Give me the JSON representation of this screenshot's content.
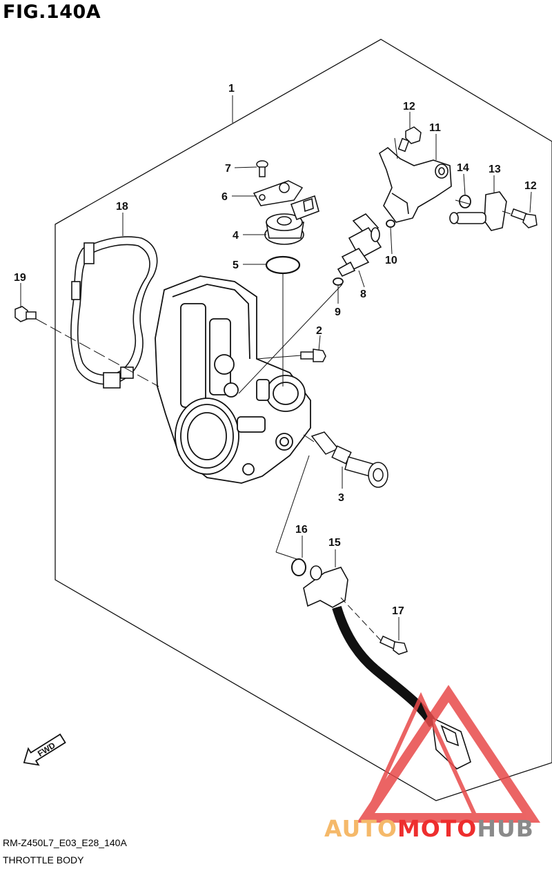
{
  "figure": {
    "title": "FIG.140A",
    "code": "RM-Z450L7_E03_E28_140A",
    "name": "THROTTLE BODY"
  },
  "fwd_badge": "FWD",
  "watermark": {
    "parts": [
      "AUTO",
      "MOTO",
      "HUB"
    ],
    "colors": {
      "orange": "#f5b96a",
      "red": "#ee2e2e",
      "gray": "#8a8a8a",
      "triangle": "#e84a4a"
    }
  },
  "callouts": {
    "c1": "1",
    "c2": "2",
    "c3": "3",
    "c4": "4",
    "c5": "5",
    "c6": "6",
    "c7": "7",
    "c8": "8",
    "c9": "9",
    "c10": "10",
    "c11": "11",
    "c12a": "12",
    "c12b": "12",
    "c13": "13",
    "c14": "14",
    "c15": "15",
    "c16": "16",
    "c17": "17",
    "c18": "18",
    "c19": "19"
  }
}
